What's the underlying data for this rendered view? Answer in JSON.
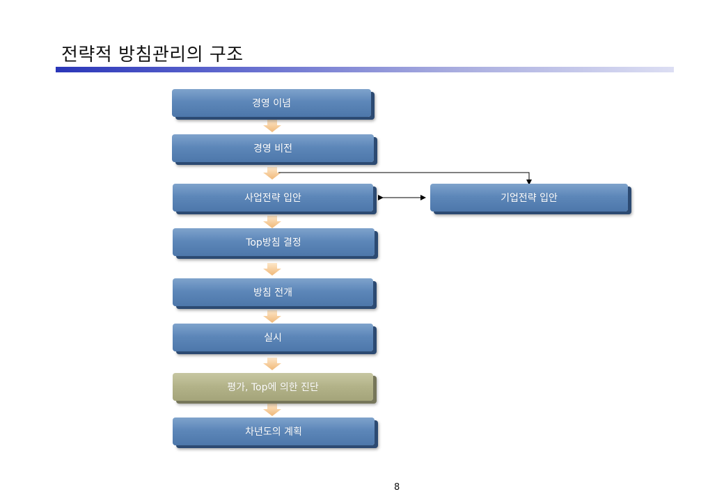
{
  "title": "전략적 방침관리의 구조",
  "page_number": "8",
  "steps": [
    {
      "label": "경영 이념"
    },
    {
      "label": "경영 비전"
    },
    {
      "label": "사업전략 입안"
    },
    {
      "label": "Top방침 결정"
    },
    {
      "label": "방침 전개"
    },
    {
      "label": "실시"
    },
    {
      "label": "평가, Top에 의한 진단"
    },
    {
      "label": "차년도의 계획"
    }
  ],
  "side_box": {
    "label": "기업전략 입안"
  },
  "colors": {
    "box_blue": "#5d87b9",
    "box_tan": "#b2b288",
    "arrow": "#f3c690",
    "title_bar_start": "#2a36b8",
    "title_bar_end": "#dcdef3"
  }
}
